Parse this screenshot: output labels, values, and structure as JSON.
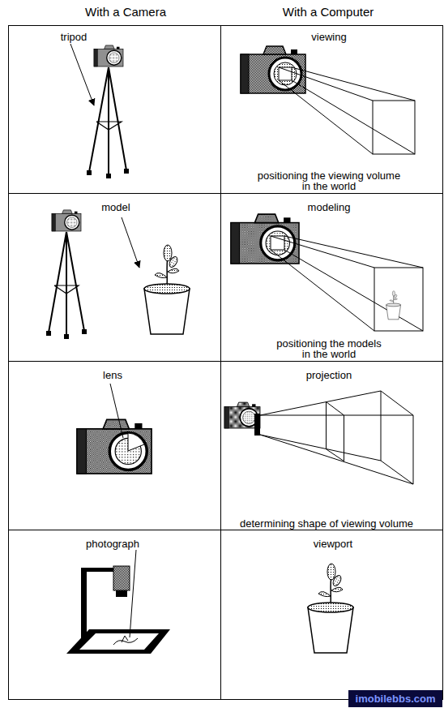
{
  "diagram": {
    "nodes": [
      {
        "text": [
          "tripod"
        ]
      },
      {
        "text": [
          "viewing",
          "positioning the viewing volume in the world"
        ]
      },
      {
        "text": [
          "model"
        ]
      },
      {
        "text": [
          "modeling",
          "positioning the models in the world"
        ]
      },
      {
        "text": [
          "lens"
        ]
      },
      {
        "text": [
          "projection",
          "determining shape of viewing volume"
        ]
      },
      {
        "text": [
          "photograph"
        ]
      },
      {
        "text": [
          "viewport"
        ]
      }
    ],
    "labels": [
      "With a Camera",
      "With a Computer",
      "imobilebbs.com"
    ]
  }
}
